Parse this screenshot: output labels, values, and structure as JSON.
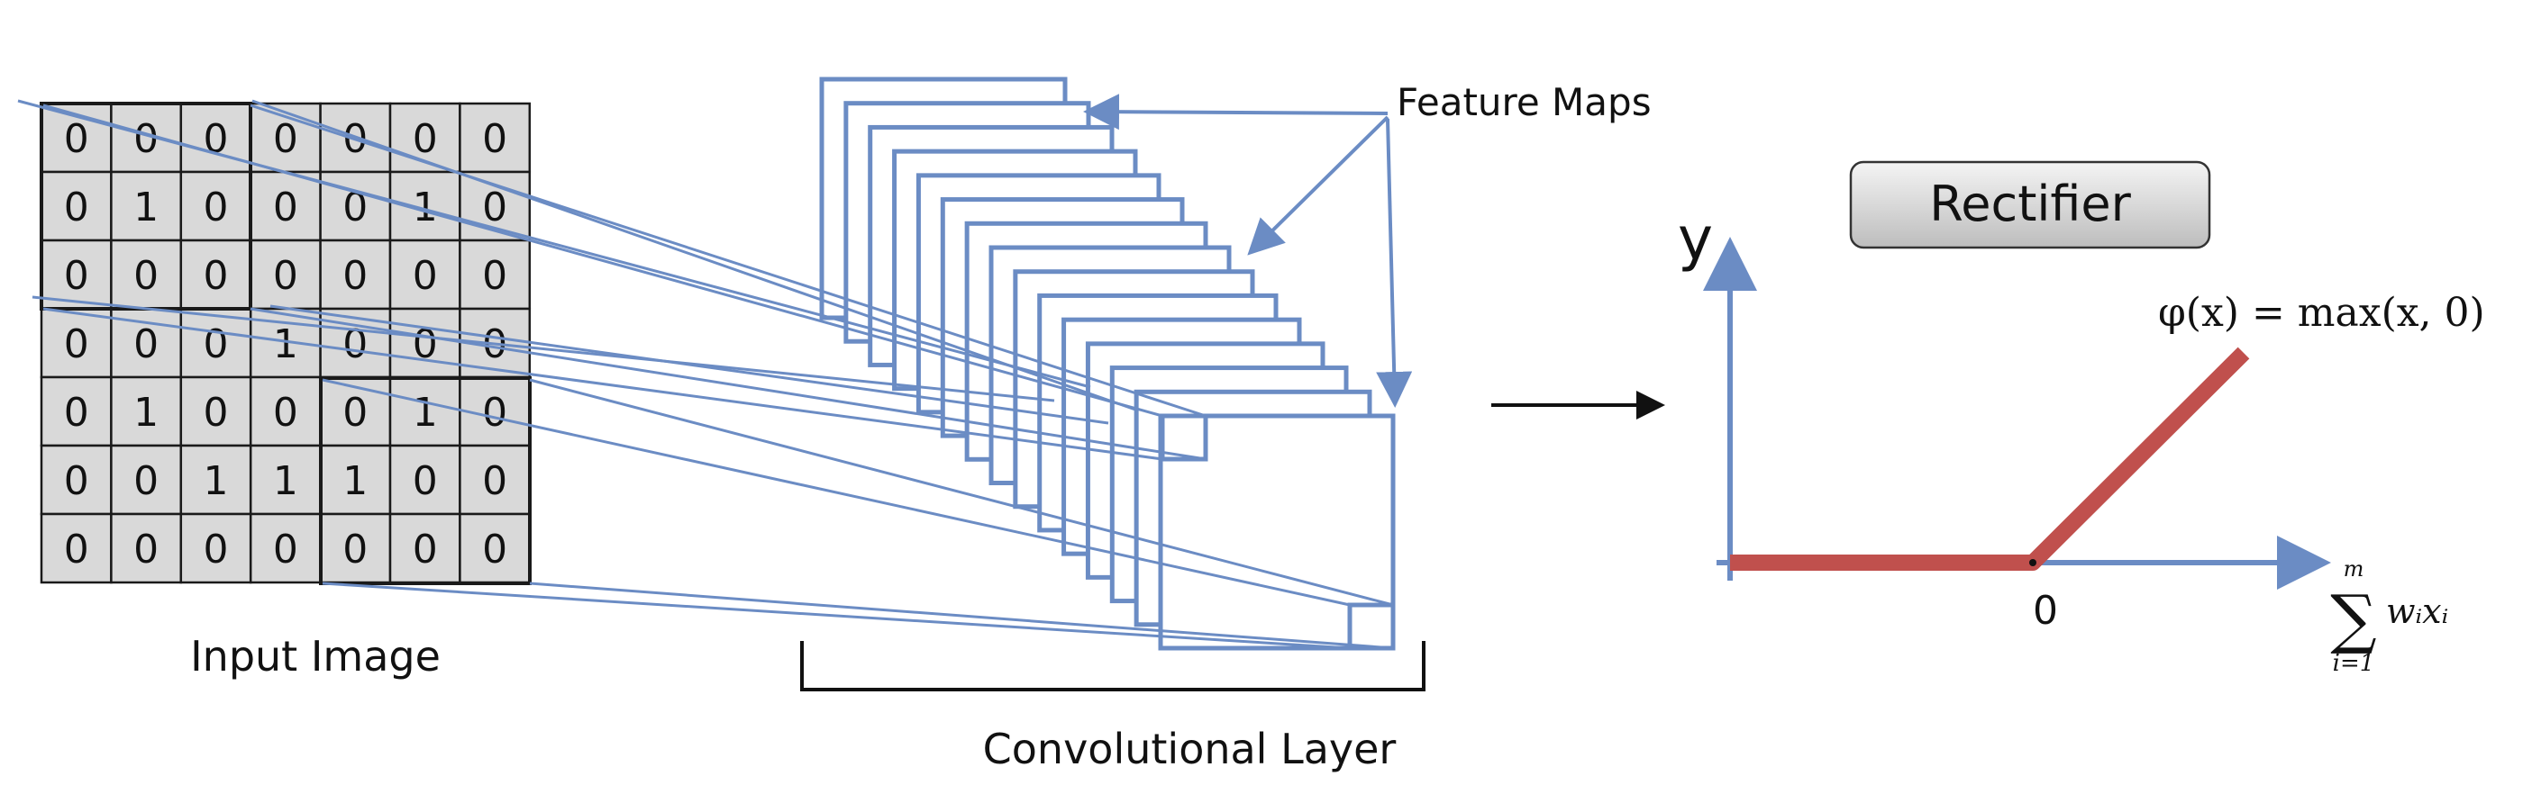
{
  "input_image": {
    "label": "Input Image",
    "grid": [
      [
        "0",
        "0",
        "0",
        "0",
        "0",
        "0",
        "0"
      ],
      [
        "0",
        "1",
        "0",
        "0",
        "0",
        "1",
        "0"
      ],
      [
        "0",
        "0",
        "0",
        "0",
        "0",
        "0",
        "0"
      ],
      [
        "0",
        "0",
        "0",
        "1",
        "0",
        "0",
        "0"
      ],
      [
        "0",
        "1",
        "0",
        "0",
        "0",
        "1",
        "0"
      ],
      [
        "0",
        "0",
        "1",
        "1",
        "1",
        "0",
        "0"
      ],
      [
        "0",
        "0",
        "0",
        "0",
        "0",
        "0",
        "0"
      ]
    ]
  },
  "convolutional_layer": {
    "label": "Convolutional Layer",
    "feature_maps_label": "Feature Maps"
  },
  "rectifier": {
    "button_label": "Rectifier",
    "y_axis_label": "y",
    "origin_label": "0",
    "function_label": "φ(x) = max(x, 0)",
    "x_axis_sum_top": "m",
    "x_axis_sum_symbol": "∑",
    "x_axis_sum_bottom": "i=1",
    "x_axis_term": "wᵢxᵢ"
  },
  "colors": {
    "line_blue": "#6b8cc4",
    "axis_blue": "#6b8cc4",
    "relu_red": "#c0504d",
    "grid_fill": "#d9d9d9",
    "grid_stroke": "#1a1a1a"
  }
}
